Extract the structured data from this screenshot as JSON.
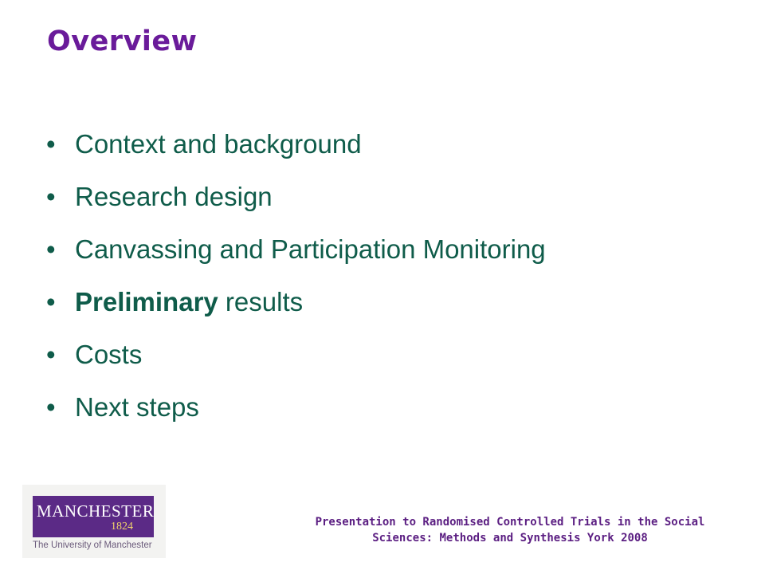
{
  "slide": {
    "title": "Overview",
    "bullet_symbol": "•",
    "items": [
      {
        "bold": "",
        "text": "Context and background"
      },
      {
        "bold": "",
        "text": "Research design"
      },
      {
        "bold": "",
        "text": "Canvassing and Participation Monitoring"
      },
      {
        "bold": "Preliminary",
        "text": " results"
      },
      {
        "bold": "",
        "text": "Costs"
      },
      {
        "bold": "",
        "text": "Next steps"
      }
    ]
  },
  "footer": {
    "line1": "Presentation to Randomised Controlled Trials in the Social",
    "line2": "Sciences: Methods and Synthesis York 2008"
  },
  "logo": {
    "wordmark": "MANCHESTER",
    "year": "1824",
    "subtitle": "The University of Manchester"
  },
  "colors": {
    "title": "#6a1b9a",
    "body_text": "#0f5c4a",
    "footer_text": "#5b1e82",
    "logo_band": "#5b2a86"
  }
}
